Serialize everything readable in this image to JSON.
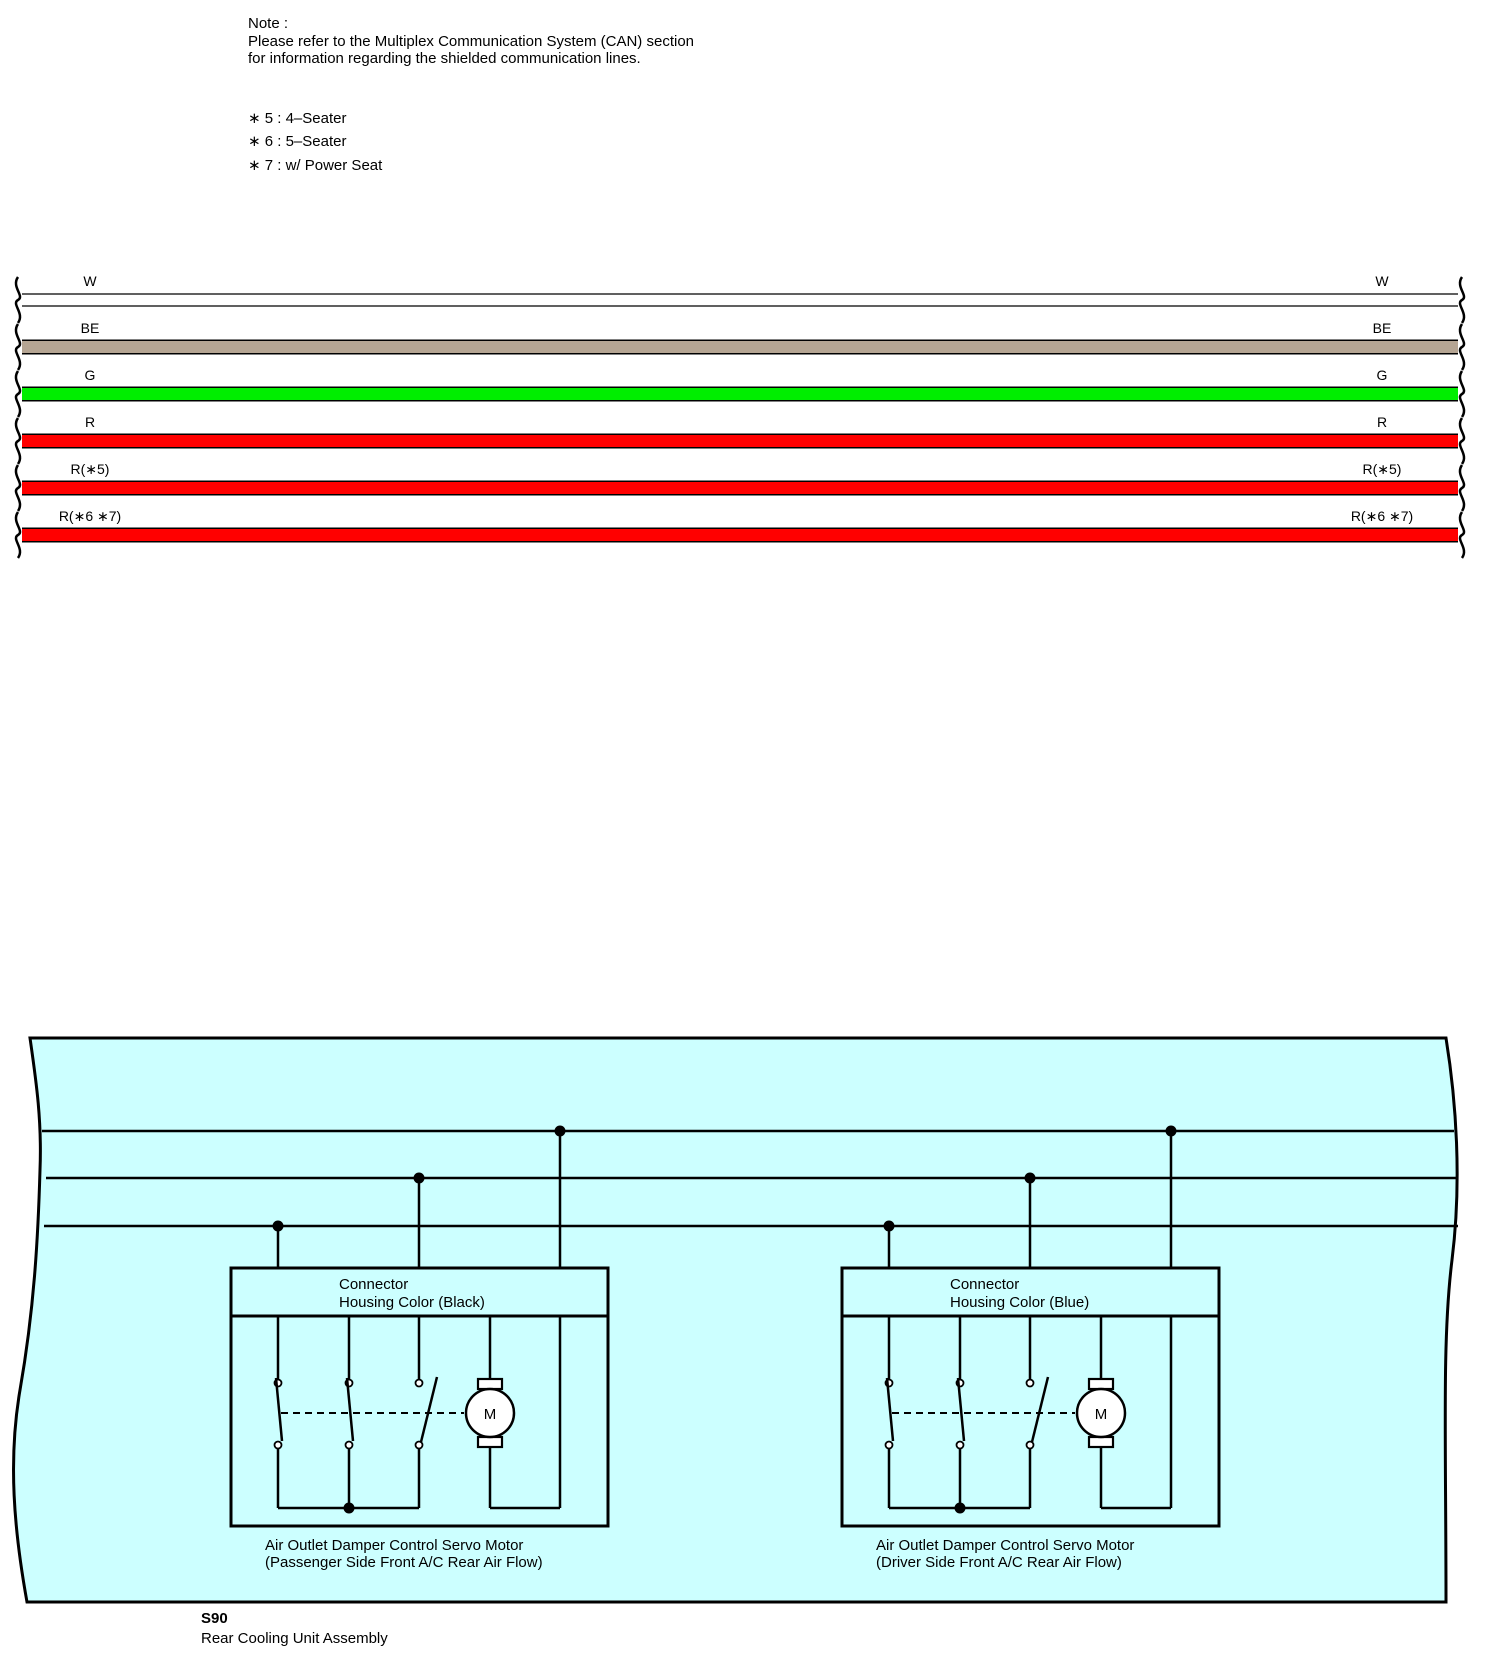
{
  "note": {
    "heading": "Note :",
    "line1": "Please refer to the Multiplex Communication System (CAN) section",
    "line2": "for information regarding the shielded communication lines."
  },
  "legend": [
    "∗ 5 : 4–Seater",
    "∗ 6 : 5–Seater",
    "∗ 7 : w/ Power Seat"
  ],
  "wires": [
    {
      "label": "W",
      "color": "#ffffff"
    },
    {
      "label": "BE",
      "color": "#b5a593"
    },
    {
      "label": "G",
      "color": "#00ee00"
    },
    {
      "label": "R",
      "color": "#ff0000"
    },
    {
      "label": "R(∗5)",
      "color": "#ff0000"
    },
    {
      "label": "R(∗6 ∗7)",
      "color": "#ff0000"
    }
  ],
  "assembly": {
    "code": "S90",
    "name": "Rear Cooling Unit Assembly",
    "fill_color": "#ccffff"
  },
  "motors": [
    {
      "connector_line1": "Connector",
      "connector_line2": "Housing Color (Black)",
      "name_line1": "Air Outlet Damper Control Servo Motor",
      "name_line2": "(Passenger Side Front A/C Rear Air Flow)",
      "symbol": "M"
    },
    {
      "connector_line1": "Connector",
      "connector_line2": "Housing Color (Blue)",
      "name_line1": "Air Outlet Damper Control Servo Motor",
      "name_line2": "(Driver Side Front A/C Rear Air Flow)",
      "symbol": "M"
    }
  ]
}
